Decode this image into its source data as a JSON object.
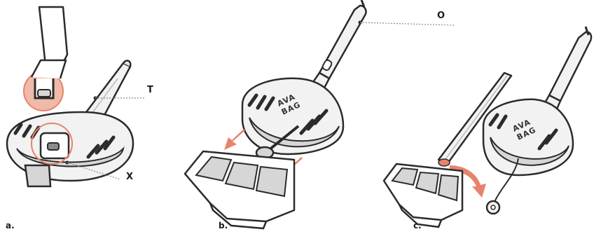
{
  "colors": {
    "accent": "#e8836b",
    "accent_fill": "#f0b9a8",
    "outline": "#2b2b2b",
    "light_gray": "#f2f2f2",
    "mid_gray": "#d6d6d6",
    "dark_gray": "#8c8c8c"
  },
  "panels": [
    {
      "id": "a",
      "label": "a."
    },
    {
      "id": "b",
      "label": "b."
    },
    {
      "id": "c",
      "label": "c."
    }
  ],
  "callouts": {
    "t": "T",
    "x": "X",
    "o": "O"
  },
  "brand": {
    "line1": "AVA",
    "line2": "BAG"
  },
  "icons": {
    "grip_detail": "magnifier-circle-icon",
    "detach_arrows": "arrow-icon",
    "rotate_arrow": "curved-arrow-icon"
  }
}
